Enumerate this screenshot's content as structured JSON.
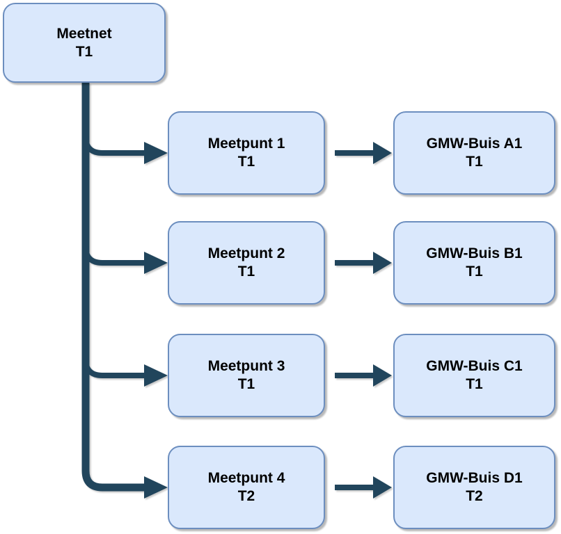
{
  "diagram": {
    "type": "tree",
    "colors": {
      "node_fill": "#DAE8FC",
      "node_border": "#6C8EBF",
      "connector": "#21455C",
      "text": "#000000",
      "background": "#FFFFFF"
    },
    "root": {
      "label": "Meetnet",
      "sublabel": "T1"
    },
    "rows": [
      {
        "meetpunt": {
          "label": "Meetpunt 1",
          "sublabel": "T1"
        },
        "gmw_buis": {
          "label": "GMW-Buis A1",
          "sublabel": "T1"
        }
      },
      {
        "meetpunt": {
          "label": "Meetpunt 2",
          "sublabel": "T1"
        },
        "gmw_buis": {
          "label": "GMW-Buis B1",
          "sublabel": "T1"
        }
      },
      {
        "meetpunt": {
          "label": "Meetpunt 3",
          "sublabel": "T1"
        },
        "gmw_buis": {
          "label": "GMW-Buis C1",
          "sublabel": "T1"
        }
      },
      {
        "meetpunt": {
          "label": "Meetpunt 4",
          "sublabel": "T2"
        },
        "gmw_buis": {
          "label": "GMW-Buis D1",
          "sublabel": "T2"
        }
      }
    ],
    "edges": [
      {
        "from": "Meetnet",
        "to": "Meetpunt 1"
      },
      {
        "from": "Meetnet",
        "to": "Meetpunt 2"
      },
      {
        "from": "Meetnet",
        "to": "Meetpunt 3"
      },
      {
        "from": "Meetnet",
        "to": "Meetpunt 4"
      },
      {
        "from": "Meetpunt 1",
        "to": "GMW-Buis A1"
      },
      {
        "from": "Meetpunt 2",
        "to": "GMW-Buis B1"
      },
      {
        "from": "Meetpunt 3",
        "to": "GMW-Buis C1"
      },
      {
        "from": "Meetpunt 4",
        "to": "GMW-Buis D1"
      }
    ]
  }
}
